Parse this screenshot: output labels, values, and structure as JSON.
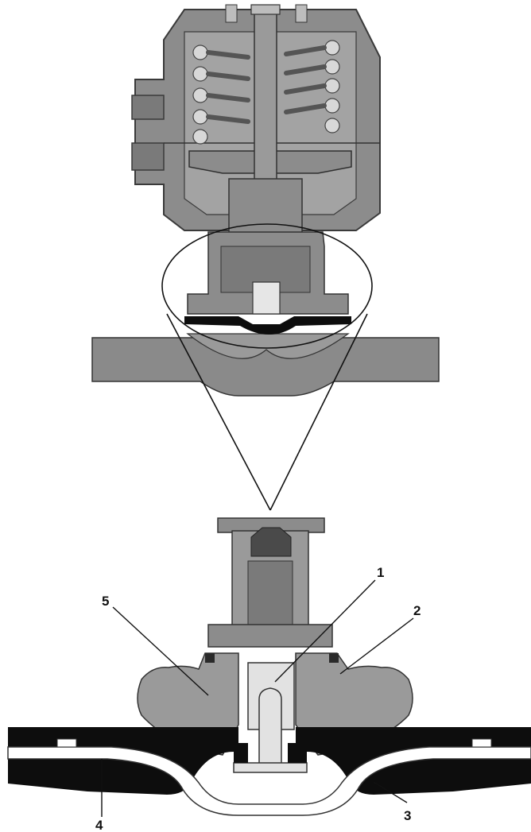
{
  "diagram": {
    "type": "diaphragm-valve-cross-section",
    "callouts": [
      {
        "id": "1",
        "label": "1"
      },
      {
        "id": "2",
        "label": "2"
      },
      {
        "id": "3",
        "label": "3"
      },
      {
        "id": "4",
        "label": "4"
      },
      {
        "id": "5",
        "label": "5"
      }
    ],
    "colors": {
      "body_fill": "#8c8c8c",
      "body_dark": "#6f6f6f",
      "spring_fill": "#d8d8d8",
      "stem_fill": "#cfcfcf",
      "diaphragm": "#0d0d0d",
      "outline": "#333333",
      "background": "#ffffff"
    }
  }
}
